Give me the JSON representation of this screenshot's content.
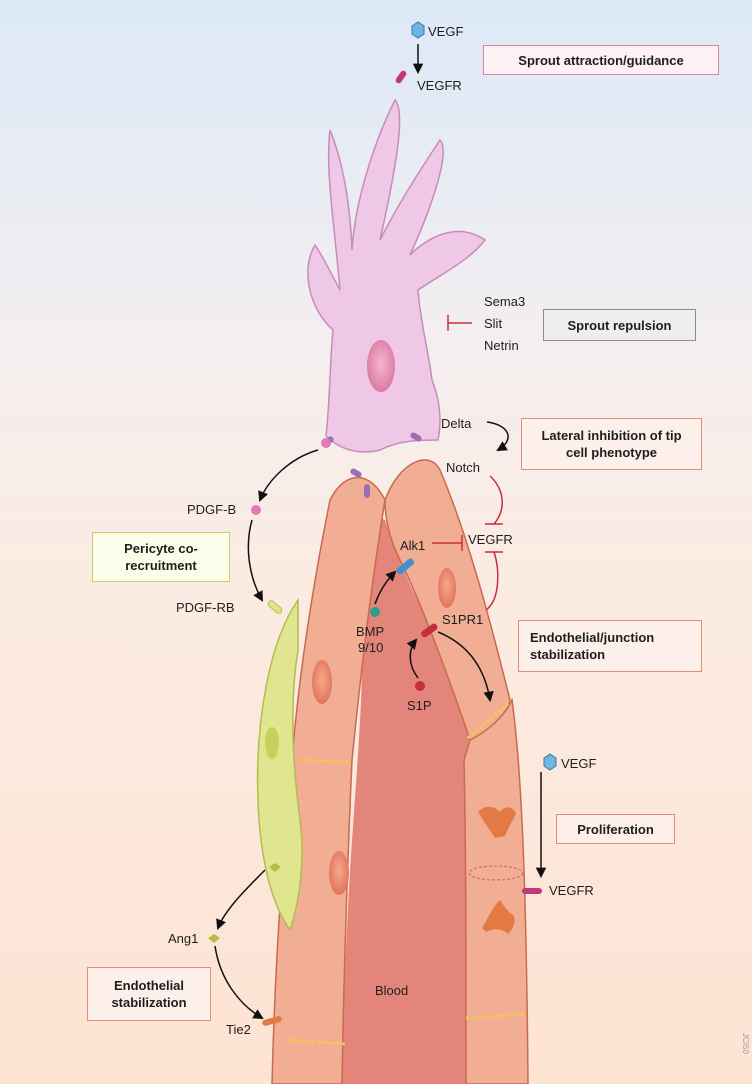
{
  "labels": {
    "vegf_top": "VEGF",
    "vegfr_top": "VEGFR",
    "sema3": "Sema3",
    "slit": "Slit",
    "netrin": "Netrin",
    "delta": "Delta",
    "notch": "Notch",
    "vegfr_mid": "VEGFR",
    "alk1": "Alk1",
    "pdgf_b": "PDGF-B",
    "pdgf_rb": "PDGF-RB",
    "bmp": "BMP",
    "bmp_num": "9/10",
    "s1pr1": "S1PR1",
    "s1p": "S1P",
    "vegf_low": "VEGF",
    "vegfr_low": "VEGFR",
    "ang1": "Ang1",
    "tie2": "Tie2",
    "blood": "Blood"
  },
  "boxes": {
    "sprout_attraction": "Sprout attraction/guidance",
    "sprout_repulsion": "Sprout repulsion",
    "lateral_inhibition": "Lateral inhibition of tip cell phenotype",
    "pericyte": "Pericyte co-recruitment",
    "endothelial_junction": "Endothelial/junction stabilization",
    "proliferation": "Proliferation",
    "endothelial_stab": "Endothelial stabilization"
  },
  "side_note": "JCI50",
  "colors": {
    "tip_cell": "#efc6e6",
    "endothelial": "#f3b39c",
    "vessel_lumen": "#e1837a",
    "pericyte": "#dce48e",
    "nucleus": "#e4748a",
    "inhibition": "#c62f3e"
  }
}
